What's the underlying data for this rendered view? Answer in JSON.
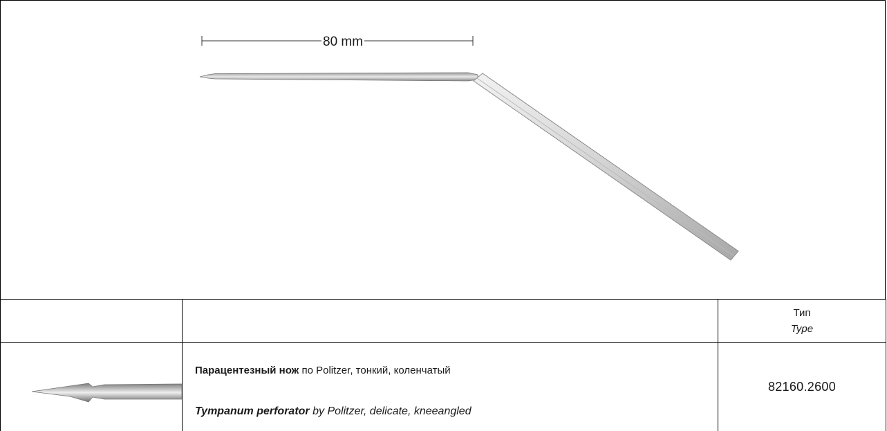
{
  "scale": {
    "label": "80 mm"
  },
  "table": {
    "header": {
      "type_ru": "Тип",
      "type_en": "Type"
    },
    "rows": [
      {
        "name_ru_bold": "Парацентезный нож",
        "name_ru_rest": " по Politzer, тонкий, коленчатый",
        "name_en_bold": "Tympanum perforator",
        "name_en_rest": " by Politzer, delicate, kneeangled",
        "article_number": "82160.2600"
      }
    ]
  },
  "icons": [
    "instrument-illustration",
    "tip-detail-illustration"
  ]
}
